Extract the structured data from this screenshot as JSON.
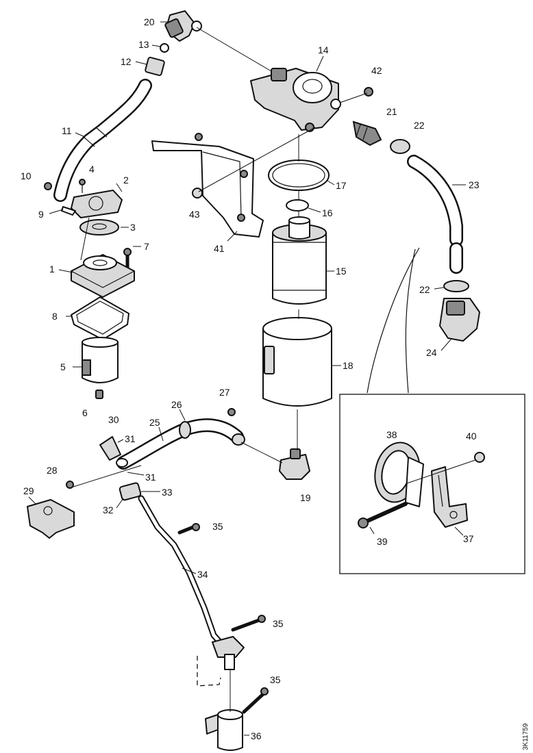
{
  "diagram": {
    "drawing_ref": "3K11759",
    "callouts": {
      "c1": "1",
      "c2": "2",
      "c3": "3",
      "c4": "4",
      "c5": "5",
      "c6": "6",
      "c7": "7",
      "c8": "8",
      "c9": "9",
      "c10": "10",
      "c11": "11",
      "c12": "12",
      "c13": "13",
      "c14": "14",
      "c15": "15",
      "c16": "16",
      "c17": "17",
      "c18": "18",
      "c19": "19",
      "c20": "20",
      "c21": "21",
      "c22a": "22",
      "c22b": "22",
      "c23": "23",
      "c24": "24",
      "c25": "25",
      "c26": "26",
      "c27": "27",
      "c28": "28",
      "c29": "29",
      "c30": "30",
      "c31a": "31",
      "c31b": "31",
      "c32": "32",
      "c33": "33",
      "c34": "34",
      "c35a": "35",
      "c35b": "35",
      "c35c": "35",
      "c36": "36",
      "c37": "37",
      "c38": "38",
      "c39": "39",
      "c40": "40",
      "c41": "41",
      "c42": "42",
      "c43": "43"
    }
  }
}
